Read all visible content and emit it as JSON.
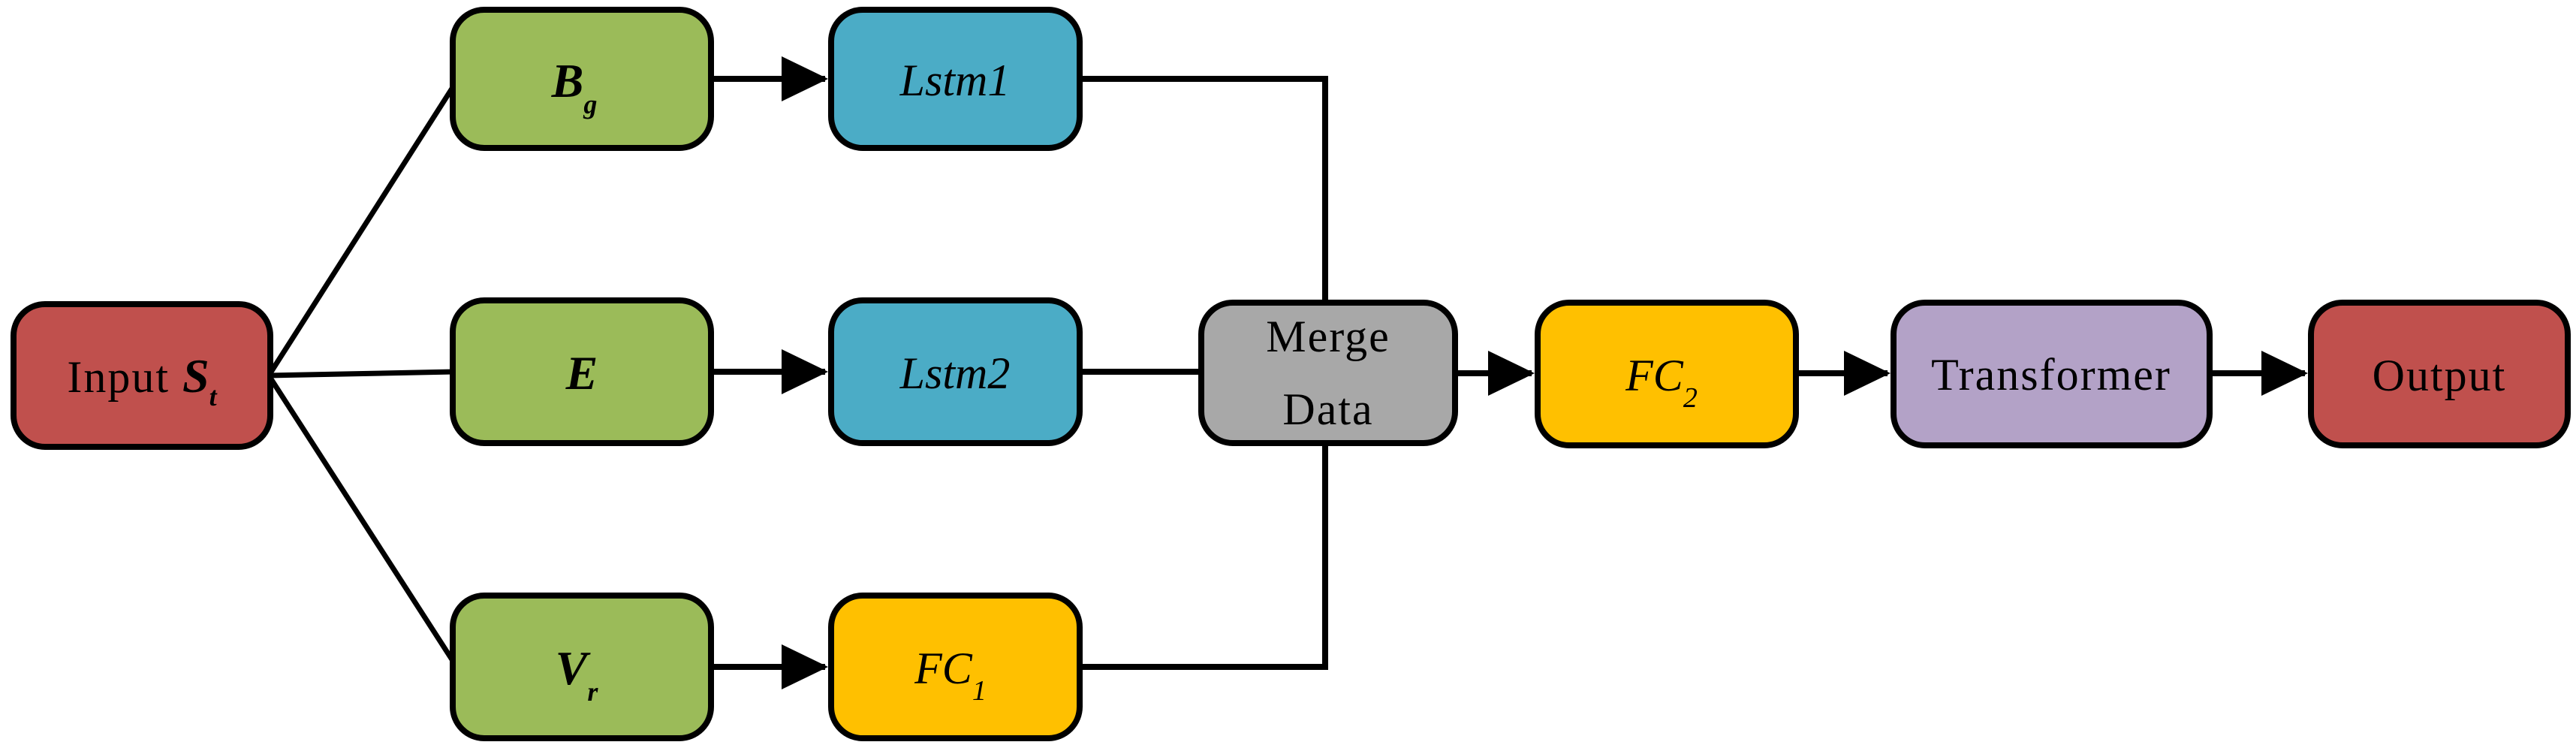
{
  "colors": {
    "background": "#ffffff",
    "node_border": "#000000",
    "connector": "#000000",
    "input_output_red": "#c0504d",
    "feature_green": "#9bbb59",
    "lstm_blue": "#4bacc6",
    "fc_yellow": "#ffc000",
    "merge_gray": "#a8a8a8",
    "transformer_purple": "#b3a2c7"
  },
  "nodes": {
    "input": {
      "label": "Input ",
      "symbol": "S",
      "subscript": "t"
    },
    "b": {
      "symbol": "B",
      "subscript": "g"
    },
    "e": {
      "symbol": "E"
    },
    "v": {
      "symbol": "V",
      "subscript": "r"
    },
    "lstm1": {
      "label": "Lstm1"
    },
    "lstm2": {
      "label": "Lstm2"
    },
    "fc1": {
      "label": "FC",
      "subscript": "1"
    },
    "merge": {
      "label_line1": "Merge",
      "label_line2": "Data"
    },
    "fc2": {
      "label": "FC",
      "subscript": "2"
    },
    "transformer": {
      "label": "Transformer"
    },
    "output": {
      "label": "Output"
    }
  }
}
